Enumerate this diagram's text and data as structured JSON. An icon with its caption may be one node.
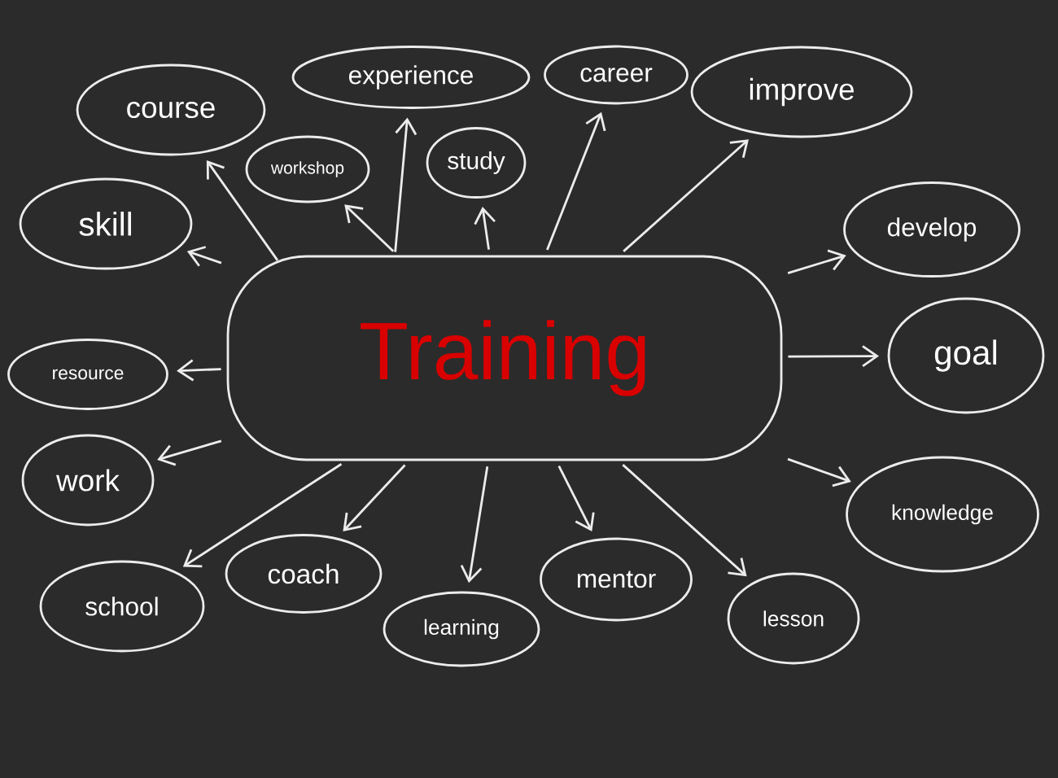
{
  "diagram": {
    "nodes": [
      {
        "text": [
          "Training"
        ]
      },
      {
        "text": [
          "course"
        ]
      },
      {
        "text": [
          "experience"
        ]
      },
      {
        "text": [
          "career"
        ]
      },
      {
        "text": [
          "improve"
        ]
      },
      {
        "text": [
          "workshop"
        ]
      },
      {
        "text": [
          "study"
        ]
      },
      {
        "text": [
          "skill"
        ]
      },
      {
        "text": [
          "develop"
        ]
      },
      {
        "text": [
          "resource"
        ]
      },
      {
        "text": [
          "goal"
        ]
      },
      {
        "text": [
          "work"
        ]
      },
      {
        "text": [
          "knowledge"
        ]
      },
      {
        "text": [
          "school"
        ]
      },
      {
        "text": [
          "coach"
        ]
      },
      {
        "text": [
          "learning"
        ]
      },
      {
        "text": [
          "mentor"
        ]
      },
      {
        "text": [
          "lesson"
        ]
      }
    ],
    "edges": [
      {
        "from": 0,
        "to": 1,
        "arrow": "to"
      },
      {
        "from": 0,
        "to": 2,
        "arrow": "to"
      },
      {
        "from": 0,
        "to": 3,
        "arrow": "to"
      },
      {
        "from": 0,
        "to": 4,
        "arrow": "to"
      },
      {
        "from": 0,
        "to": 5,
        "arrow": "to"
      },
      {
        "from": 0,
        "to": 6,
        "arrow": "to"
      },
      {
        "from": 0,
        "to": 7,
        "arrow": "to"
      },
      {
        "from": 0,
        "to": 8,
        "arrow": "to"
      },
      {
        "from": 0,
        "to": 9,
        "arrow": "to"
      },
      {
        "from": 0,
        "to": 10,
        "arrow": "to"
      },
      {
        "from": 0,
        "to": 11,
        "arrow": "to"
      },
      {
        "from": 0,
        "to": 12,
        "arrow": "to"
      },
      {
        "from": 0,
        "to": 13,
        "arrow": "to"
      },
      {
        "from": 0,
        "to": 14,
        "arrow": "to"
      },
      {
        "from": 0,
        "to": 15,
        "arrow": "to"
      },
      {
        "from": 0,
        "to": 16,
        "arrow": "to"
      },
      {
        "from": 0,
        "to": 17,
        "arrow": "to"
      }
    ]
  }
}
